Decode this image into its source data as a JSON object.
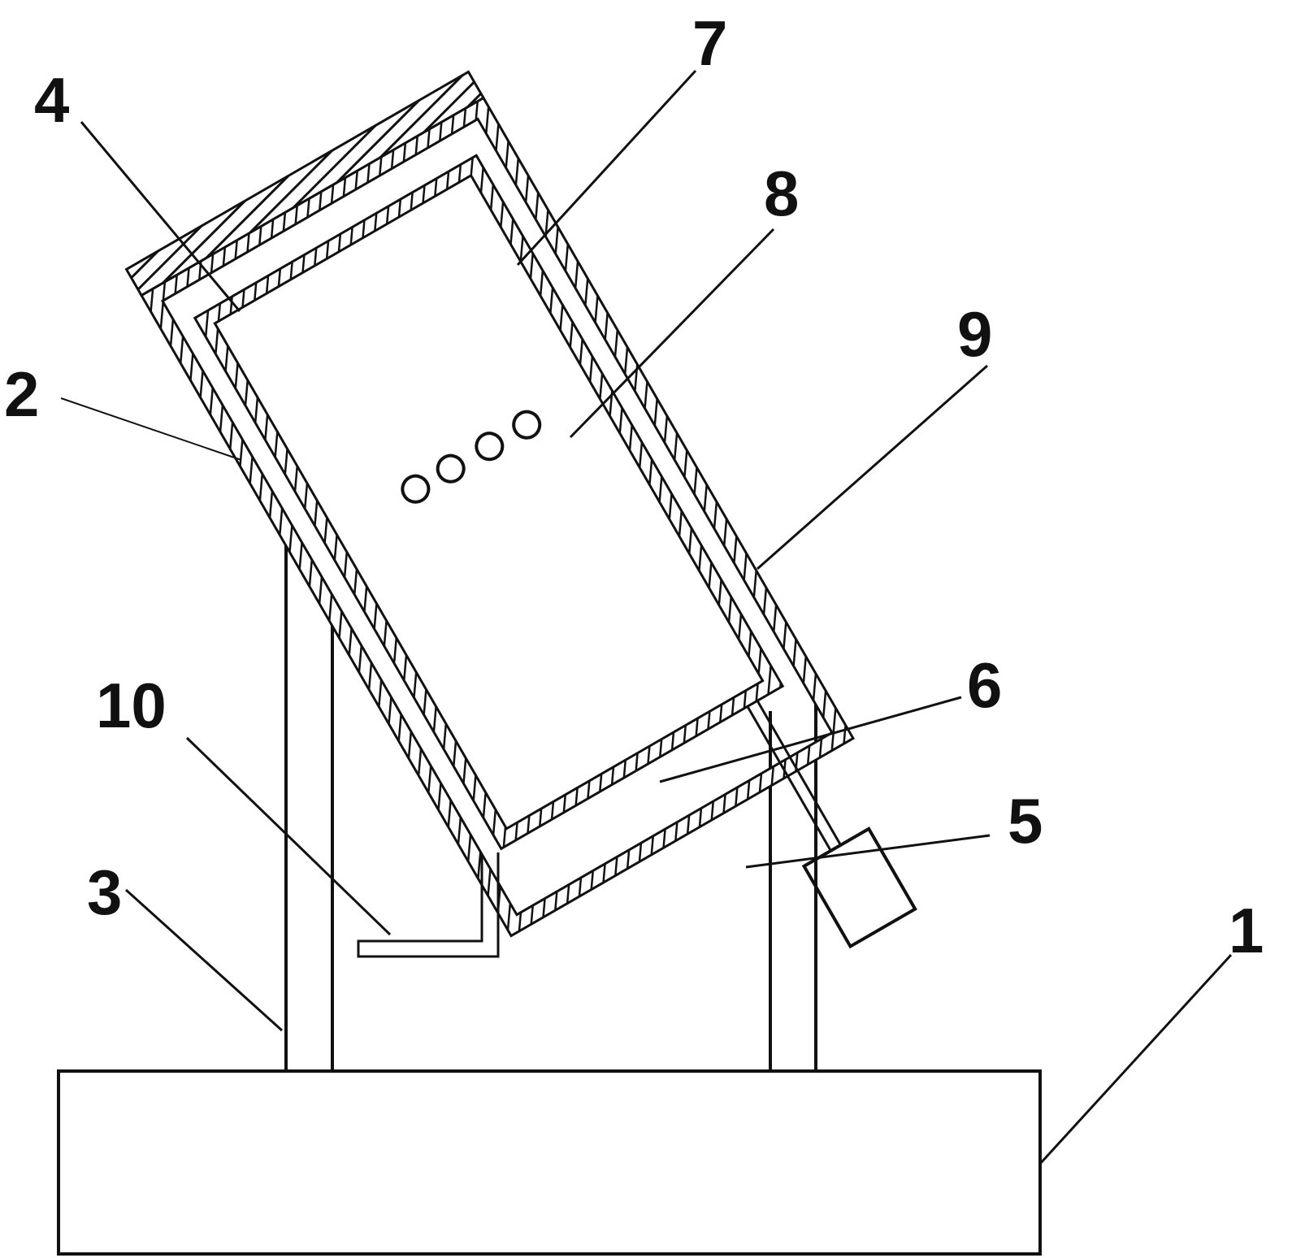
{
  "figure": {
    "callouts": [
      {
        "id": "1",
        "label": "1"
      },
      {
        "id": "2",
        "label": "2"
      },
      {
        "id": "3",
        "label": "3"
      },
      {
        "id": "4",
        "label": "4"
      },
      {
        "id": "5",
        "label": "5"
      },
      {
        "id": "6",
        "label": "6"
      },
      {
        "id": "7",
        "label": "7"
      },
      {
        "id": "8",
        "label": "8"
      },
      {
        "id": "9",
        "label": "9"
      },
      {
        "id": "10",
        "label": "10"
      }
    ],
    "colors": {
      "line": "#111111",
      "background": "#ffffff"
    }
  }
}
